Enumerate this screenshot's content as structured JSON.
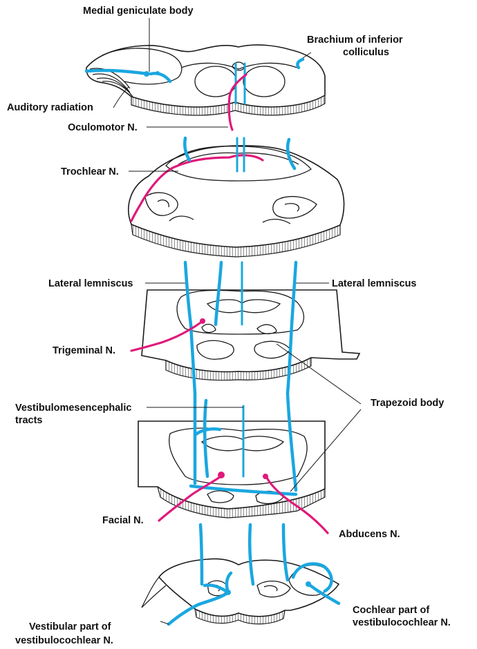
{
  "colors": {
    "auditory_tract": "#1aa7e0",
    "cranial_nerve": "#e0197a",
    "outline": "#1a1a1a",
    "background": "#ffffff"
  },
  "labels": {
    "medial_geniculate_body": "Medial geniculate body",
    "brachium_line1": "Brachium of inferior",
    "brachium_line2": "colliculus",
    "auditory_radiation": "Auditory radiation",
    "oculomotor": "Oculomotor N.",
    "trochlear": "Trochlear N.",
    "lateral_lemniscus_left": "Lateral lemniscus",
    "lateral_lemniscus_right": "Lateral lemniscus",
    "trigeminal": "Trigeminal N.",
    "vestibulomesencephalic_line1": "Vestibulomesencephalic",
    "vestibulomesencephalic_line2": "tracts",
    "trapezoid_body": "Trapezoid body",
    "facial": "Facial N.",
    "abducens": "Abducens N.",
    "vestibular_line1": "Vestibular part of",
    "vestibular_line2": "vestibulocochlear N.",
    "cochlear_line1": "Cochlear part of",
    "cochlear_line2": "vestibulocochlear N."
  }
}
